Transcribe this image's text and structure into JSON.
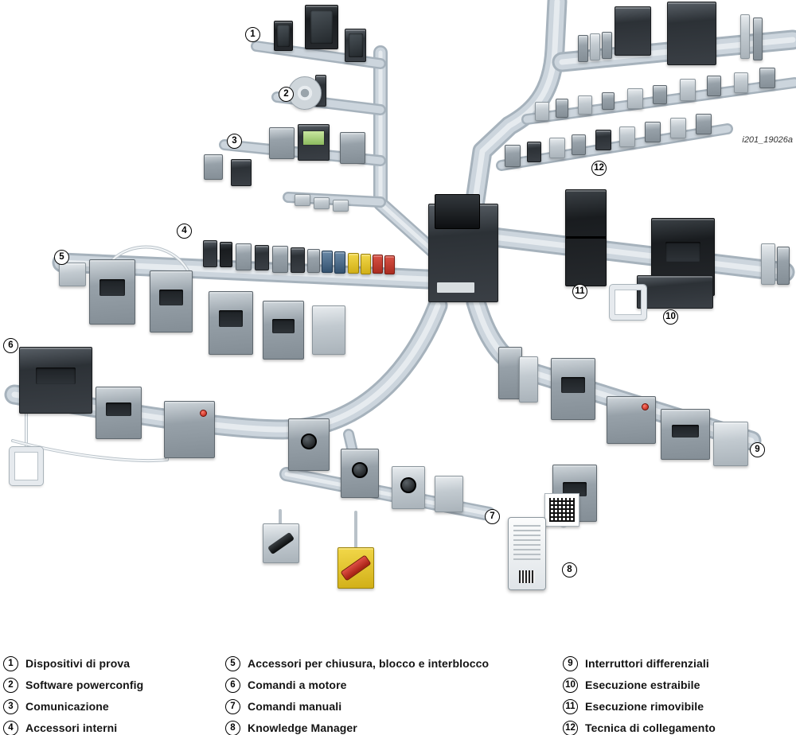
{
  "watermark": "i201_19026a",
  "callouts": [
    "1",
    "2",
    "3",
    "4",
    "5",
    "6",
    "7",
    "8",
    "9",
    "10",
    "11",
    "12"
  ],
  "legend": {
    "columns": [
      {
        "items": [
          {
            "num": "1",
            "label": "Dispositivi di prova"
          },
          {
            "num": "2",
            "label": "Software powerconfig"
          },
          {
            "num": "3",
            "label": "Comunicazione"
          },
          {
            "num": "4",
            "label": "Accessori interni"
          }
        ]
      },
      {
        "items": [
          {
            "num": "5",
            "label": "Accessori per chiusura, blocco e interblocco"
          },
          {
            "num": "6",
            "label": "Comandi a motore"
          },
          {
            "num": "7",
            "label": "Comandi manuali"
          },
          {
            "num": "8",
            "label": "Knowledge Manager"
          }
        ]
      },
      {
        "items": [
          {
            "num": "9",
            "label": "Interruttori differenziali"
          },
          {
            "num": "10",
            "label": "Esecuzione estraibile"
          },
          {
            "num": "11",
            "label": "Esecuzione rimovibile"
          },
          {
            "num": "12",
            "label": "Tecnica di collegamento"
          }
        ]
      }
    ]
  },
  "colors": {
    "background": "#ffffff",
    "rail": "#ccd5dd",
    "rail_edge": "#a6b2bc",
    "device_dark": "#2c3136",
    "device_gray": "#97a1a9",
    "accent_red": "#c6271c",
    "accent_yellow": "#e3c52f",
    "accent_green": "#8cba5e",
    "accent_blue": "#3f5d7d"
  }
}
